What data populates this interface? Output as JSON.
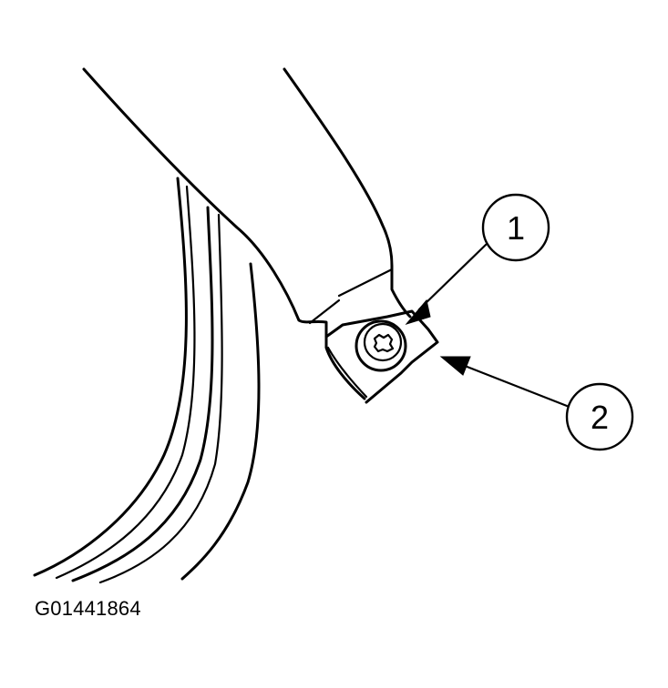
{
  "callouts": [
    {
      "number": "1",
      "label": "bolt"
    },
    {
      "number": "2",
      "label": "bracket"
    }
  ],
  "figure_id": "G01441864",
  "colors": {
    "line": "#000000",
    "background": "#ffffff"
  }
}
